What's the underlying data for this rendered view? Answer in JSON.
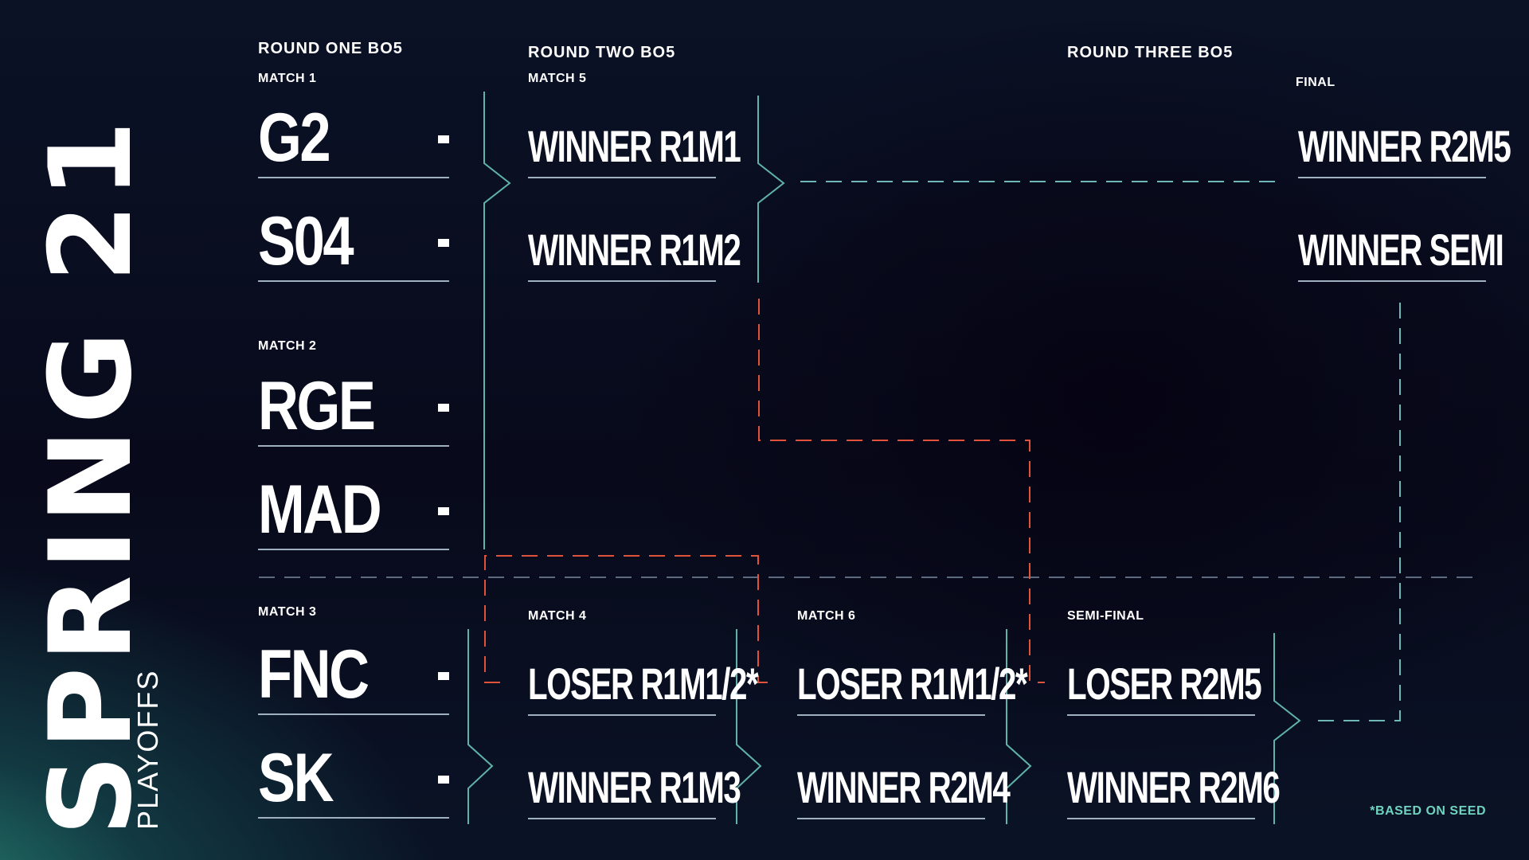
{
  "title": {
    "main": "SPRING 21",
    "sub": "PLAYOFFS"
  },
  "rounds": {
    "one": "ROUND ONE BO5",
    "two": "ROUND TWO BO5",
    "three": "ROUND THREE BO5"
  },
  "matches": {
    "m1": {
      "label": "MATCH 1",
      "teams": [
        "G2",
        "S04"
      ],
      "scores": [
        "-",
        "-"
      ]
    },
    "m2": {
      "label": "MATCH 2",
      "teams": [
        "RGE",
        "MAD"
      ],
      "scores": [
        "-",
        "-"
      ]
    },
    "m3": {
      "label": "MATCH 3",
      "teams": [
        "FNC",
        "SK"
      ],
      "scores": [
        "-",
        "-"
      ]
    },
    "m5": {
      "label": "MATCH 5",
      "slots": [
        "WINNER R1M1",
        "WINNER R1M2"
      ]
    },
    "m4": {
      "label": "MATCH 4",
      "slots": [
        "LOSER R1M1/2*",
        "WINNER R1M3"
      ]
    },
    "m6": {
      "label": "MATCH 6",
      "slots": [
        "LOSER R1M1/2*",
        "WINNER R2M4"
      ]
    },
    "semi": {
      "label": "SEMI-FINAL",
      "slots": [
        "LOSER R2M5",
        "WINNER R2M6"
      ]
    },
    "final": {
      "label": "FINAL",
      "slots": [
        "WINNER R2M5",
        "WINNER SEMI"
      ]
    }
  },
  "footnote": "*BASED ON SEED",
  "colors": {
    "accent_teal": "#6fd3bf",
    "loser_line": "#e0533a",
    "divider": "#5d6a80",
    "text": "#ffffff"
  }
}
